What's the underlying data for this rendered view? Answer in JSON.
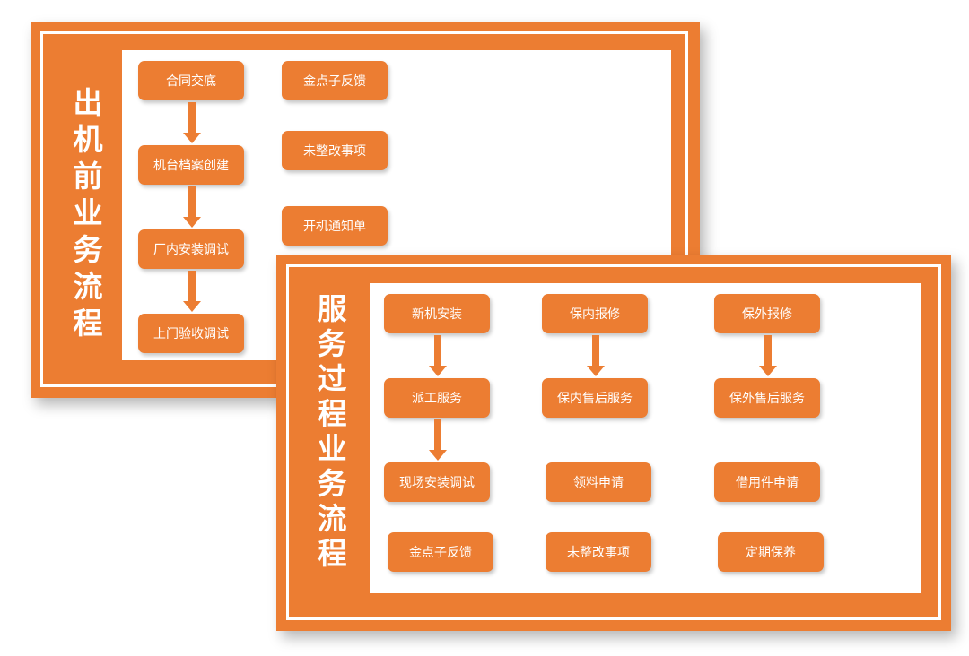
{
  "panel1": {
    "title_chars": [
      "出",
      "机",
      "前",
      "业",
      "务",
      "流",
      "程"
    ],
    "nodes": {
      "contract": "合同交底",
      "archive": "机台档案创建",
      "factory_debug": "厂内安装调试",
      "onsite_debug": "上门验收调试",
      "feedback": "金点子反馈",
      "pending": "未整改事项",
      "start_notice": "开机通知单"
    }
  },
  "panel2": {
    "title_chars": [
      "服",
      "务",
      "过",
      "程",
      "业",
      "务",
      "流",
      "程"
    ],
    "nodes": {
      "new_install": "新机安装",
      "dispatch": "派工服务",
      "site_debug": "现场安装调试",
      "feedback": "金点子反馈",
      "in_warranty": "保内报修",
      "in_warranty_service": "保内售后服务",
      "material_request": "领料申请",
      "pending": "未整改事项",
      "out_warranty": "保外报修",
      "out_warranty_service": "保外售后服务",
      "borrow_request": "借用件申请",
      "maintenance": "定期保养"
    }
  },
  "colors": {
    "accent": "#ec7d32",
    "background": "#ffffff"
  }
}
